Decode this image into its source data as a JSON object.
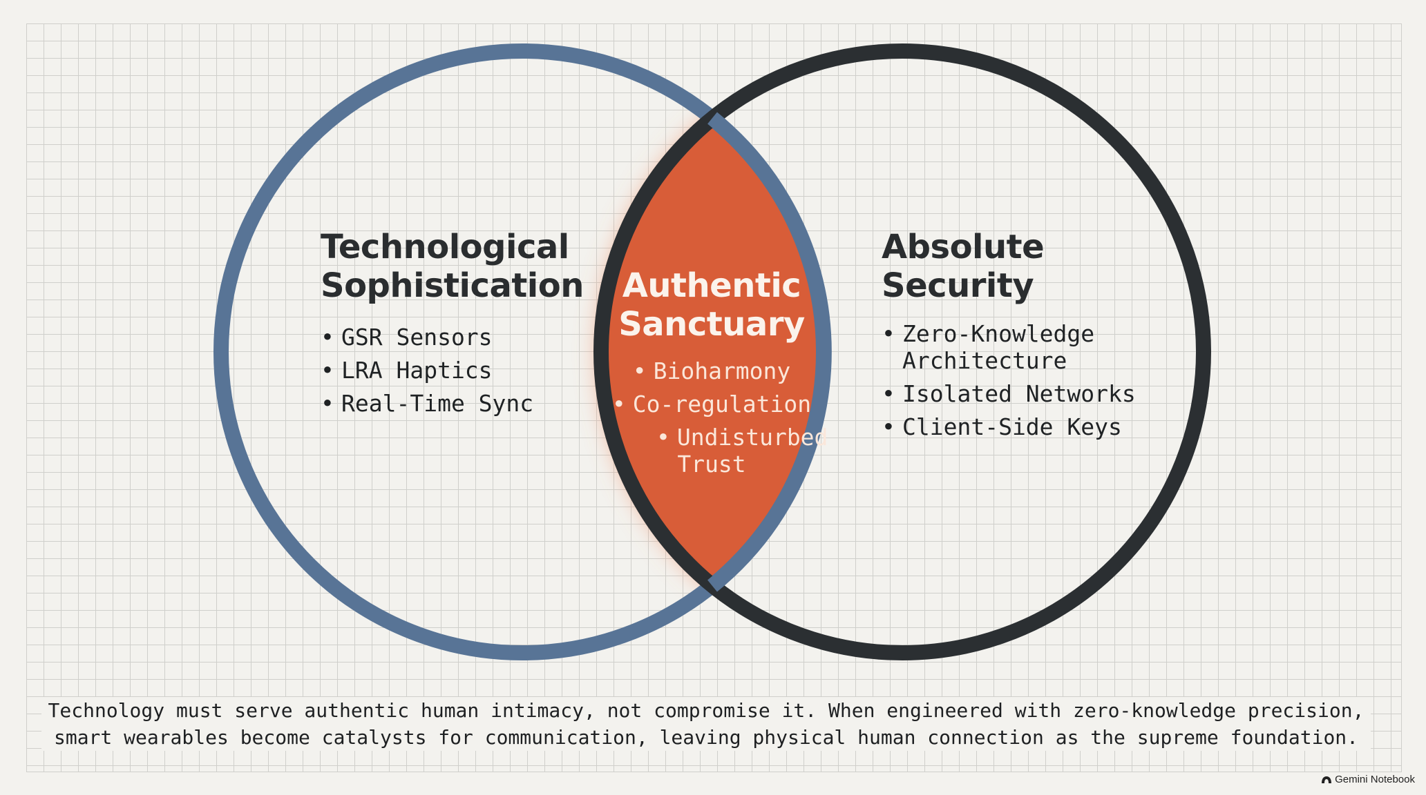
{
  "left": {
    "title_line1": "Technological",
    "title_line2": "Sophistication",
    "items": [
      "GSR Sensors",
      "LRA Haptics",
      "Real-Time Sync"
    ]
  },
  "center": {
    "title_line1": "Authentic",
    "title_line2": "Sanctuary",
    "items": [
      "Bioharmony",
      "Co-regulation",
      "Undisturbed Trust"
    ]
  },
  "right": {
    "title_line1": "Absolute",
    "title_line2": "Security",
    "items": [
      "Zero-Knowledge Architecture",
      "Isolated Networks",
      "Client-Side Keys"
    ]
  },
  "footer": {
    "line1": "Technology must serve authentic human intimacy, not compromise it. When engineered with zero-knowledge precision,",
    "line2": "smart wearables become catalysts for communication, leaving physical human connection as the supreme foundation."
  },
  "brand": {
    "label": "Gemini Notebook",
    "icon": "gemini-icon"
  },
  "colors": {
    "background": "#f3f2ee",
    "grid": "#cfcfcb",
    "left_ring": "#587496",
    "right_ring": "#2b2f32",
    "intersection": "#d85d38",
    "glow": "#f08a62"
  }
}
